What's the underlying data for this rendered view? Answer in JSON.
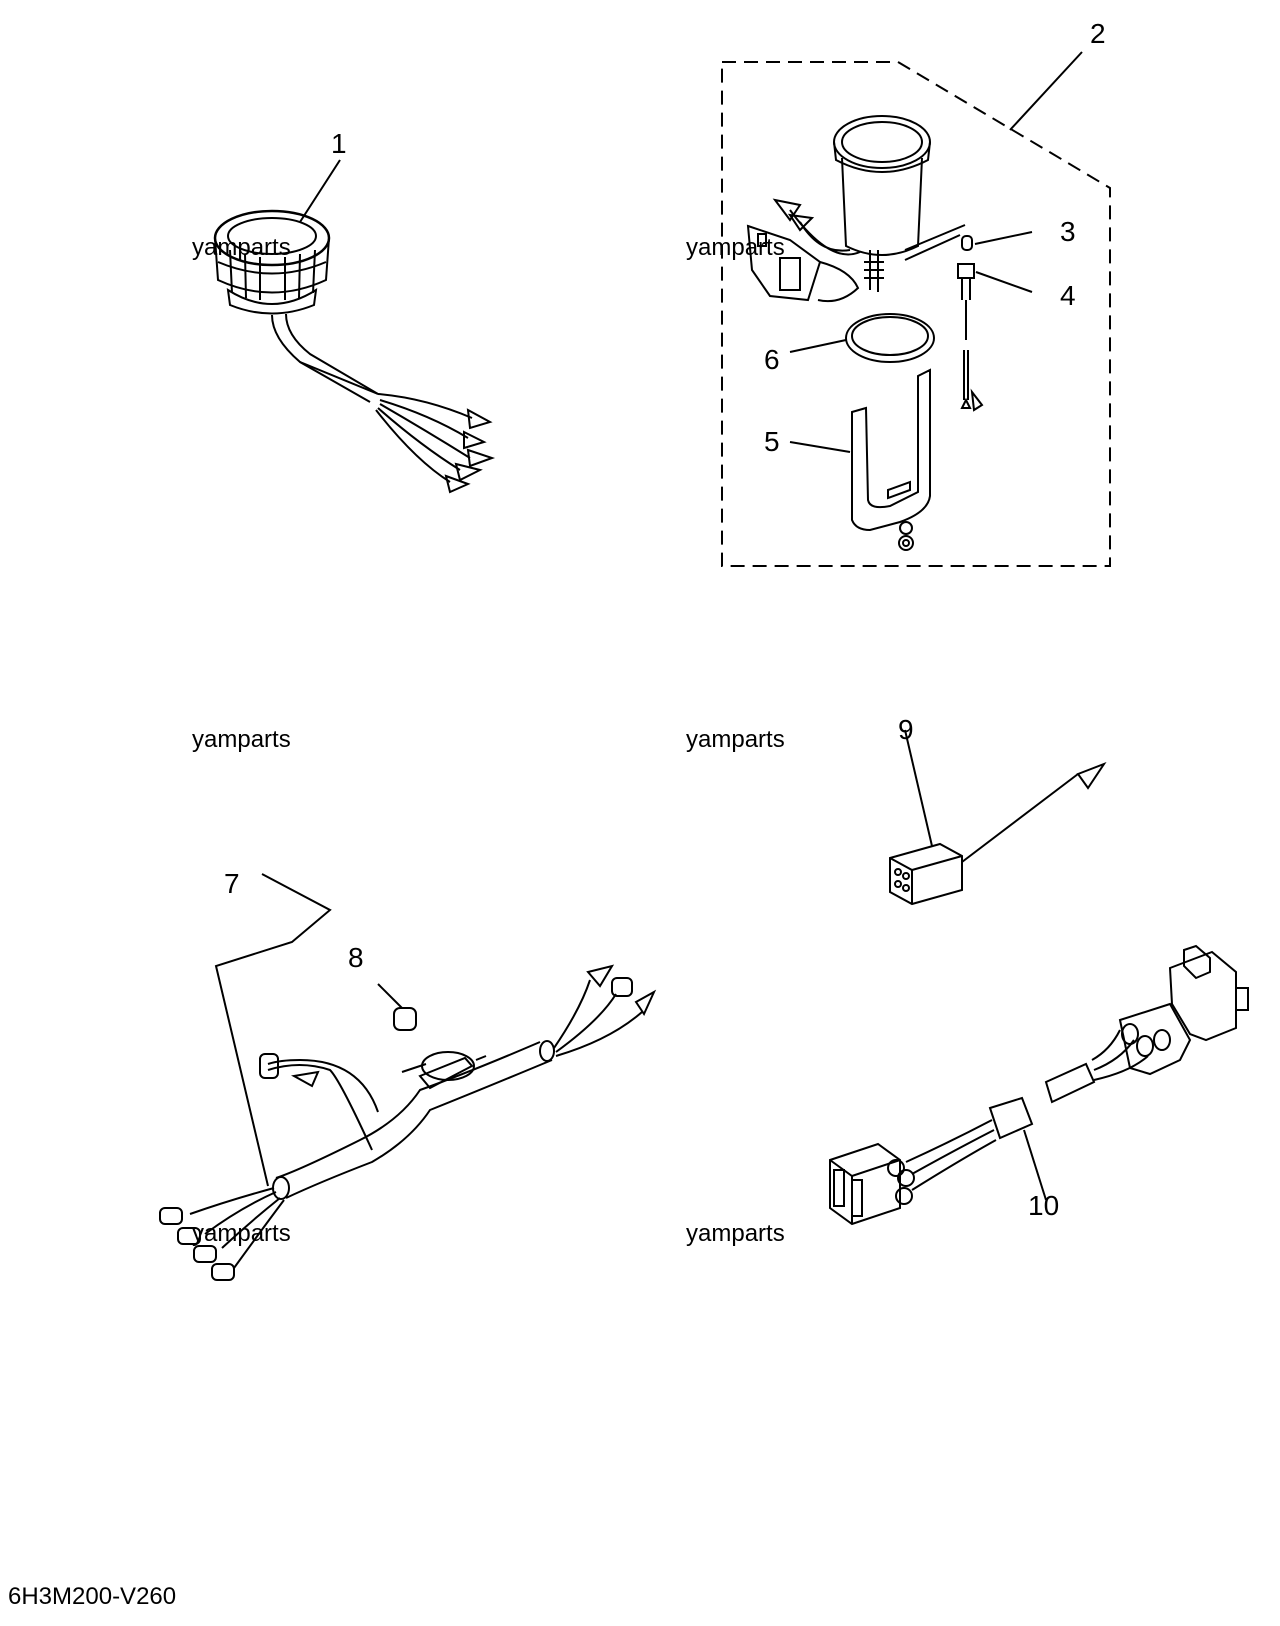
{
  "callouts": [
    "1",
    "2",
    "3",
    "4",
    "5",
    "6",
    "7",
    "8",
    "9",
    "10"
  ],
  "watermark": "yamparts",
  "drawing_code": "6H3M200-V260"
}
